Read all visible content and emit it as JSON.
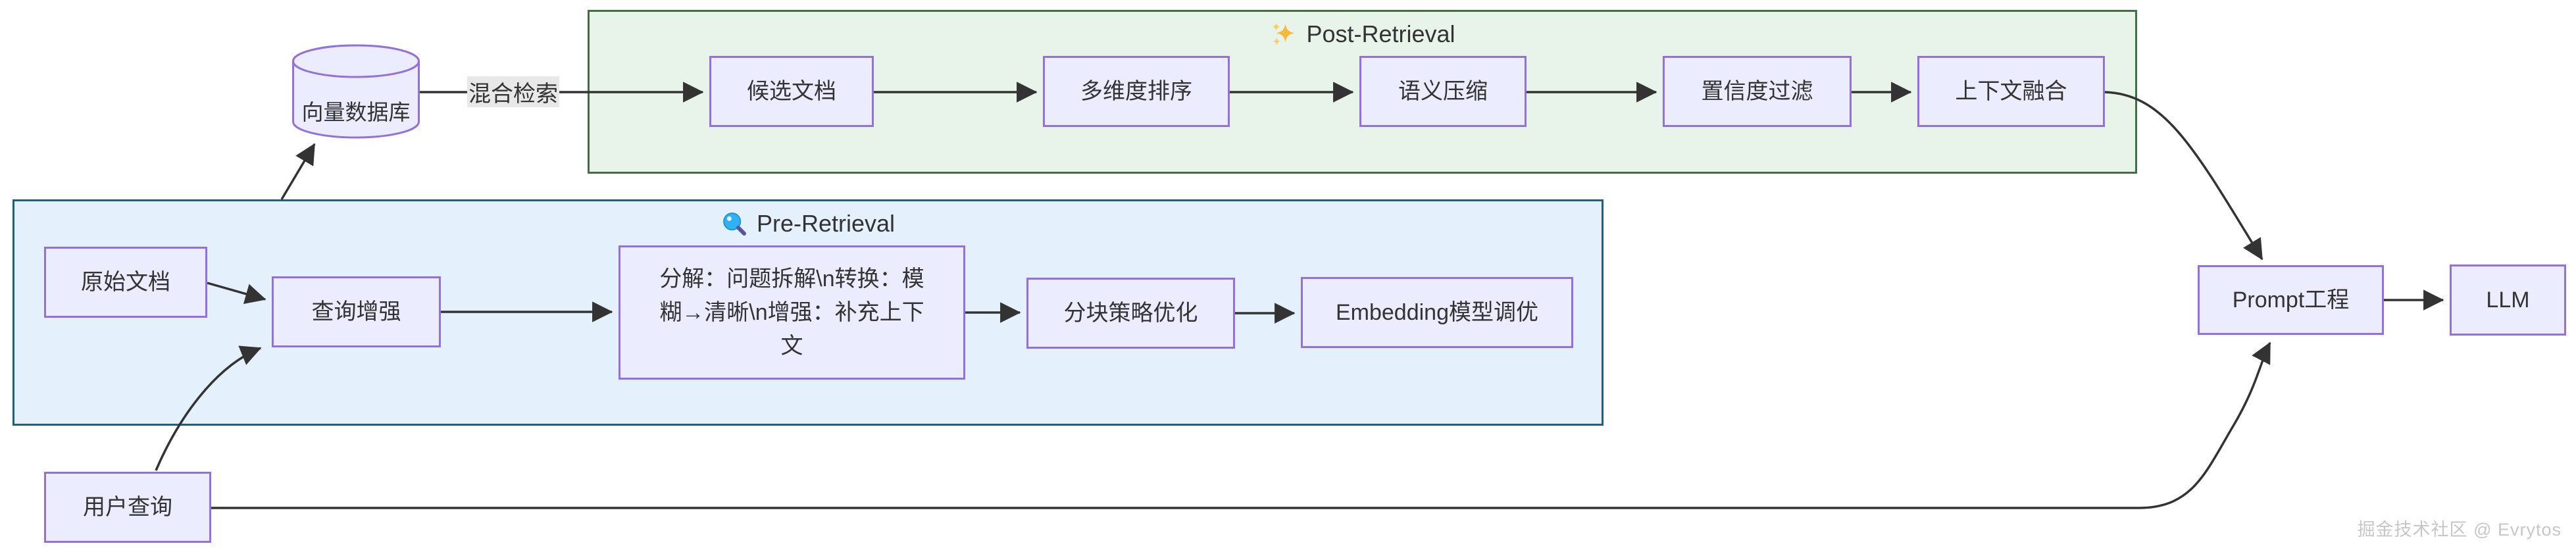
{
  "diagram": {
    "post_retrieval": {
      "title": "Post-Retrieval",
      "icon": "sparkles-icon",
      "nodes": [
        "候选文档",
        "多维度排序",
        "语义压缩",
        "置信度过滤",
        "上下文融合"
      ]
    },
    "pre_retrieval": {
      "title": "Pre-Retrieval",
      "icon": "magnifier-icon",
      "raw_docs": "原始文档",
      "query_enhance": "查询增强",
      "query_detail_lines": [
        "分解：问题拆解\\n转换：模",
        "糊→清晰\\n增强：补充上下",
        "文"
      ],
      "chunking": "分块策略优化",
      "embedding": "Embedding模型调优"
    },
    "vector_db": "向量数据库",
    "user_query": "用户查询",
    "prompt_engineering": "Prompt工程",
    "llm": "LLM",
    "edge_labels": {
      "hybrid_retrieval": "混合检索"
    },
    "watermark": "掘金技术社区 @ Evrytos",
    "colors": {
      "node_fill": "#ececff",
      "node_border": "#9370db",
      "green_fill": "#e8f4e9",
      "green_border": "#3f7044",
      "blue_fill": "#e4f0fb",
      "blue_border": "#1d6080",
      "edge": "#333333",
      "edge_label_bg": "#e8e8e8",
      "sparkle": "#f5b93c",
      "magnifier_lens": "#2fb1f3",
      "magnifier_handle": "#5a51a3"
    }
  }
}
